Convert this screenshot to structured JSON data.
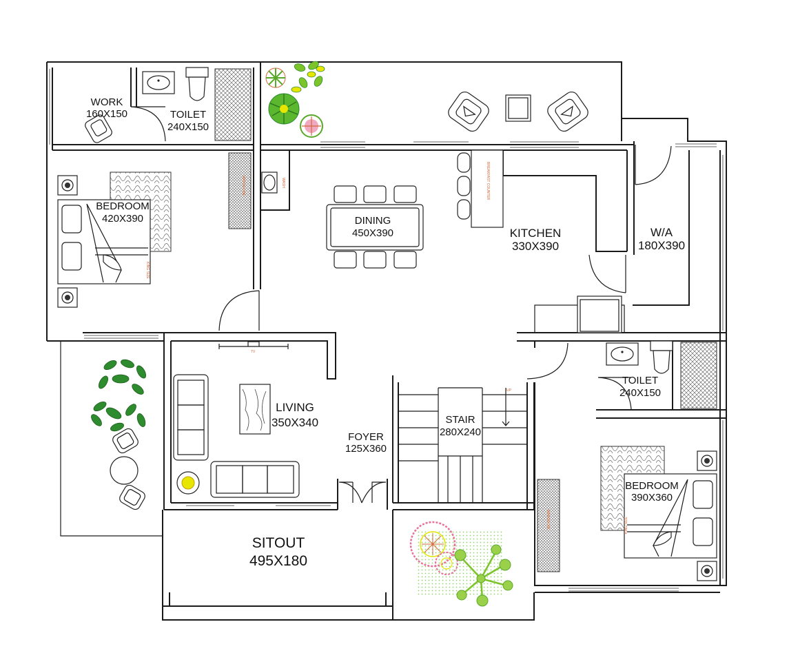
{
  "rooms": {
    "work": {
      "name": "WORK",
      "dim": "160X150"
    },
    "toilet_top": {
      "name": "TOILET",
      "dim": "240X150"
    },
    "bedroom_left": {
      "name": "BEDROOM",
      "dim": "420X390"
    },
    "dining": {
      "name": "DINING",
      "dim": "450X390"
    },
    "kitchen": {
      "name": "KITCHEN",
      "dim": "330X390"
    },
    "wa": {
      "name": "W/A",
      "dim": "180X390"
    },
    "toilet_right": {
      "name": "TOILET",
      "dim": "240X150"
    },
    "living": {
      "name": "LIVING",
      "dim": "350X340"
    },
    "foyer": {
      "name": "FOYER",
      "dim": "125X360"
    },
    "stair": {
      "name": "STAIR",
      "dim": "280X240"
    },
    "bedroom_right": {
      "name": "BEDROOM",
      "dim": "390X360"
    },
    "sitout": {
      "name": "SITOUT",
      "dim": "495X180"
    }
  },
  "fixture_notes": {
    "breakfast_counter": "BREAKFAST COUNTER",
    "tv": "TV",
    "wash": "WASH",
    "wardrobe": "WARDROBE",
    "king_size": "KING SIZE",
    "lift": "UP"
  },
  "colors": {
    "wall": "#1a1a1a",
    "plant_green": "#2e8b2e",
    "plant_light": "#7cc42a",
    "plant_yellow": "#e6e600",
    "flower_pink": "#e8709a",
    "annotation": "#d46a3a"
  }
}
